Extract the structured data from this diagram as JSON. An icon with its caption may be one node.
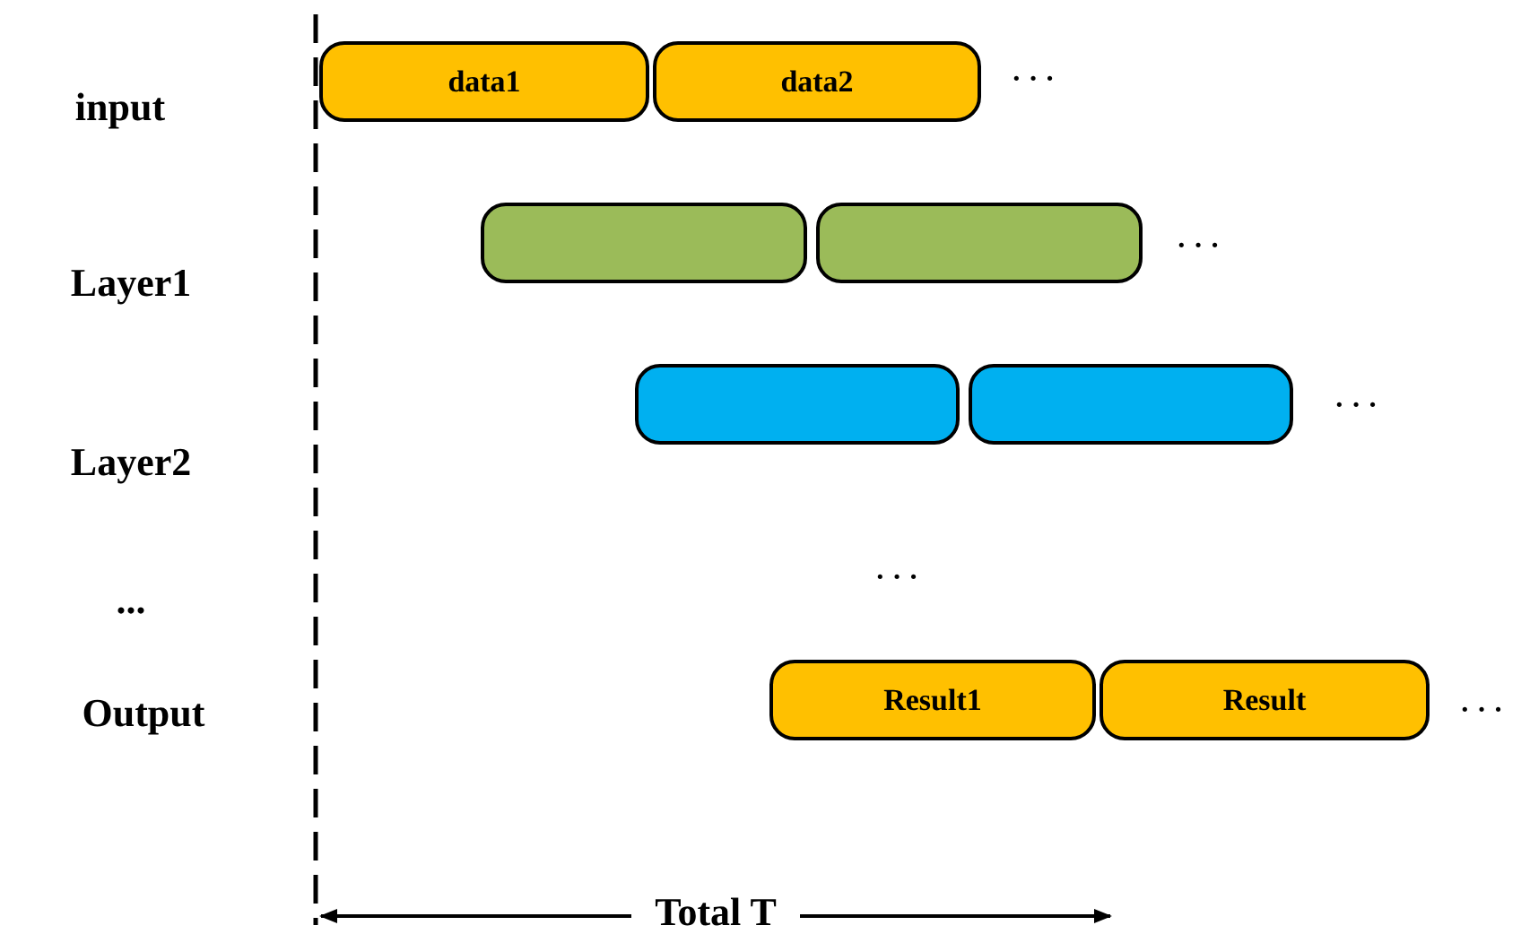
{
  "diagram": {
    "nodes": [
      {
        "text": [
          "data1"
        ]
      },
      {
        "text": [
          "data2"
        ]
      },
      {
        "text": [],
        "shape": "bar"
      },
      {
        "text": [],
        "shape": "bar"
      },
      {
        "text": [],
        "shape": "bar"
      },
      {
        "text": [],
        "shape": "bar"
      },
      {
        "text": [
          "Result1"
        ]
      },
      {
        "text": [
          "Result"
        ]
      }
    ],
    "edges": [],
    "labels": [
      "input",
      "· · ·",
      "Layer1",
      "· · ·",
      "Layer2",
      "· · ·",
      "· · ·",
      "...",
      "Output",
      "· · ·",
      "Total T"
    ]
  }
}
